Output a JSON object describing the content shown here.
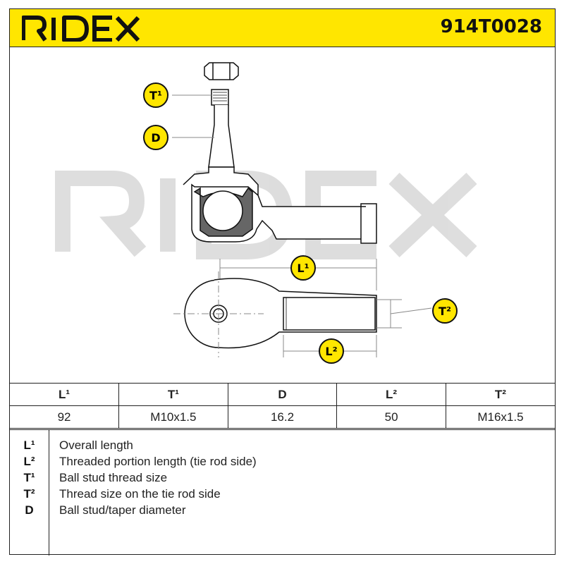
{
  "header": {
    "brand": "RIDEX",
    "part_number": "914T0028",
    "brand_color": "#ffe600"
  },
  "drawing": {
    "watermark": "RIDEX",
    "callouts": {
      "t1": "T¹",
      "d": "D",
      "l1": "L¹",
      "t2": "T²",
      "l2": "L²"
    }
  },
  "specs": {
    "headers": [
      "L¹",
      "T¹",
      "D",
      "L²",
      "T²"
    ],
    "values": [
      "92",
      "M10x1.5",
      "16.2",
      "50",
      "M16x1.5"
    ]
  },
  "legend": {
    "items": [
      {
        "key": "L¹",
        "desc": "Overall length"
      },
      {
        "key": "L²",
        "desc": "Threaded portion length (tie rod side)"
      },
      {
        "key": "T¹",
        "desc": "Ball stud thread size"
      },
      {
        "key": "T²",
        "desc": "Thread size on the tie rod side"
      },
      {
        "key": "D",
        "desc": "Ball stud/taper diameter"
      }
    ]
  }
}
